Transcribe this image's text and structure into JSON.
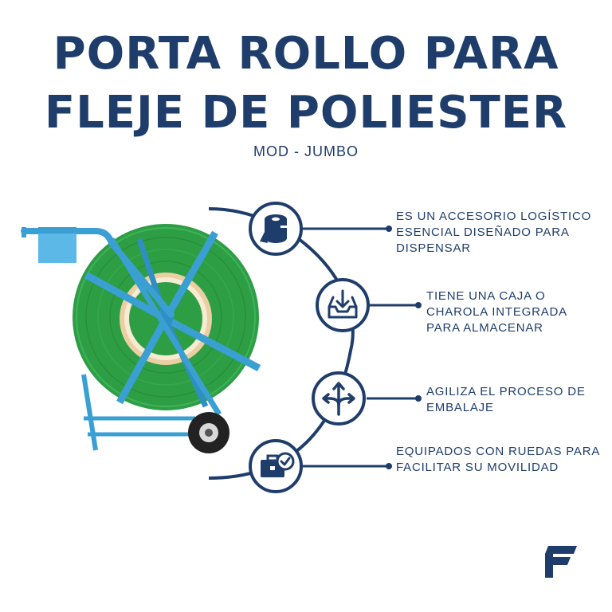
{
  "header": {
    "title_line1": "PORTA ROLLO PARA",
    "title_line2": "FLEJE DE POLIESTER",
    "subtitle": "MOD - JUMBO"
  },
  "features": [
    {
      "icon": "tape-roll-icon",
      "text": "ES UN ACCESORIO LOGÍSTICO ESENCIAL DISEÑADO PARA DISPENSAR"
    },
    {
      "icon": "inbox-tray-icon",
      "text": "TIENE UNA CAJA O CHAROLA INTEGRADA PARA ALMACENAR"
    },
    {
      "icon": "split-arrows-icon",
      "text": "AGILIZA EL PROCESO DE EMBALAJE"
    },
    {
      "icon": "briefcase-check-icon",
      "text": "EQUIPADOS CON RUEDAS PARA FACILITAR SU MOVILIDAD"
    }
  ],
  "colors": {
    "navy": "#1f3d6b",
    "frame_blue": "#3a9fd2",
    "strap_green": "#2e9e45",
    "core_beige": "#e9cfa2"
  }
}
